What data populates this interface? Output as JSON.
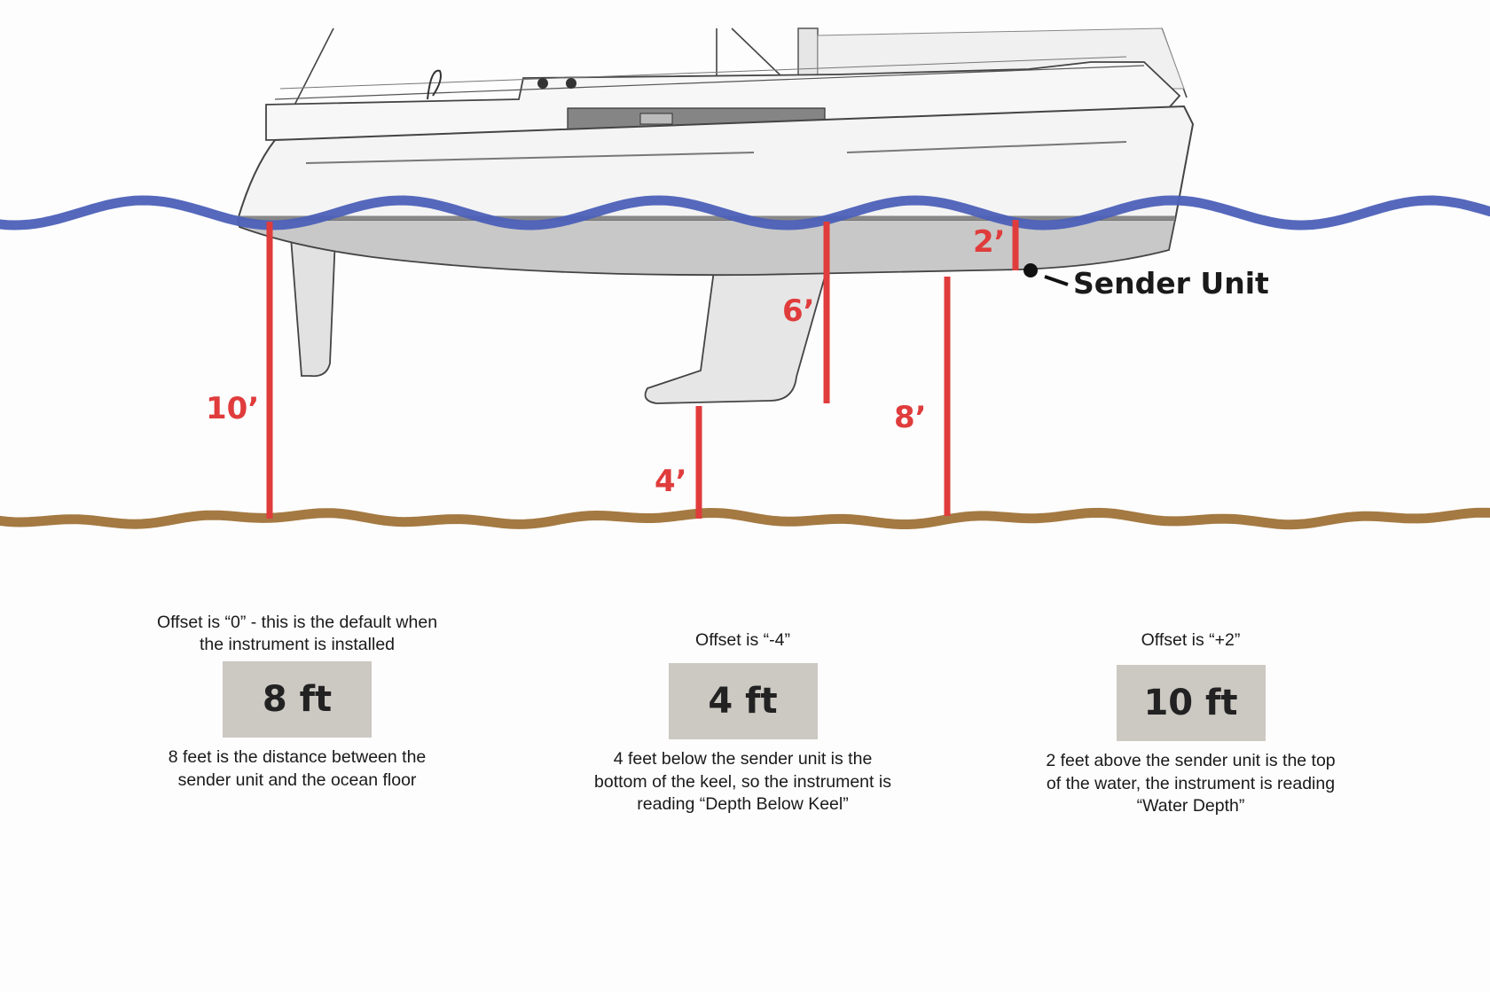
{
  "diagram": {
    "labels": {
      "stern_depth": "10’",
      "keel_depth": "4’",
      "hull_draft": "6’",
      "sender_depth": "8’",
      "sender_offset": "2’"
    },
    "sender_unit_label": "Sender Unit",
    "colors": {
      "water": "#4c60b8",
      "seabed": "#9a6a2e",
      "measure_lines": "#e03c3c",
      "underwater_hull": "#c8c8c8"
    }
  },
  "panels": [
    {
      "offset": "Offset is “0” - this is the default when the instrument is installed",
      "reading": "8 ft",
      "explanation": "8 feet is the distance between the sender unit and the ocean floor"
    },
    {
      "offset": "Offset is “-4”",
      "reading": "4 ft",
      "explanation": "4 feet below the sender unit is the bottom of the keel, so the instrument is reading “Depth Below Keel”"
    },
    {
      "offset": "Offset is “+2”",
      "reading": "10 ft",
      "explanation": "2 feet above the sender unit is the top of the water, the instrument is reading “Water Depth”"
    }
  ]
}
